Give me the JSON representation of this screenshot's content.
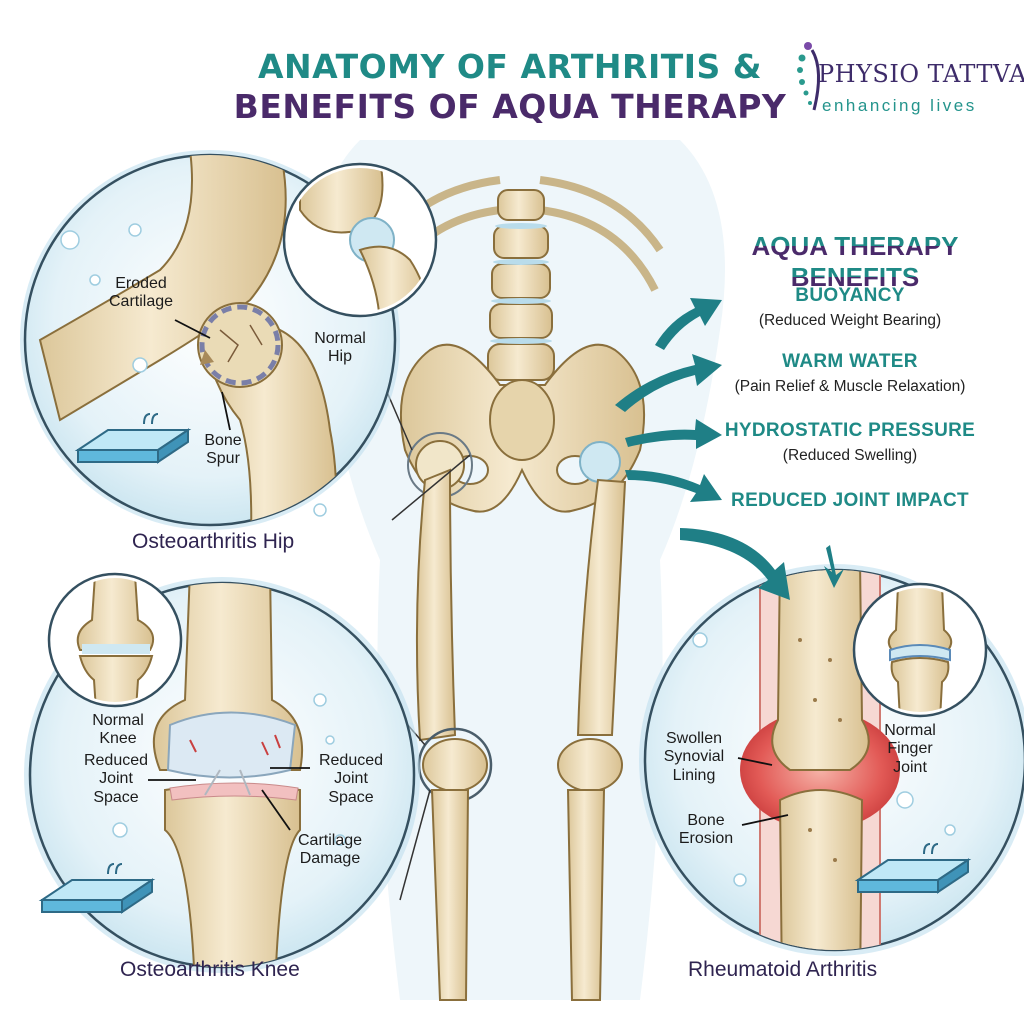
{
  "header": {
    "title_line1": "ANATOMY OF ARTHRITIS &",
    "title_line2": "BENEFITS OF AQUA THERAPY"
  },
  "logo": {
    "name": "PHYSIO TATTVA",
    "tagline": "enhancing lives",
    "colors": {
      "name": "#3e2c6a",
      "tagline": "#24948c"
    }
  },
  "hip_panel": {
    "labels": {
      "eroded_cartilage": "Eroded\nCartilage",
      "normal_hip": "Normal\nHip",
      "bone_spur": "Bone\nSpur"
    },
    "caption": "Osteoarthritis Hip"
  },
  "knee_panel": {
    "labels": {
      "normal_knee": "Normal\nKnee",
      "reduced_joint_space_left": "Reduced\nJoint\nSpace",
      "reduced_joint_space_right": "Reduced\nJoint\nSpace",
      "cartilage_damage": "Cartilage\nDamage"
    },
    "caption": "Osteoarthritis Knee"
  },
  "ra_panel": {
    "labels": {
      "swollen_synovial_lining": "Swollen\nSynovial\nLining",
      "bone_erosion": "Bone\nErosion",
      "normal_finger_joint": "Normal\nFinger\nJoint"
    },
    "caption": "Rheumatoid Arthritis"
  },
  "benefits": {
    "heading": "AQUA THERAPY\nBENEFITS",
    "items": [
      {
        "title": "BUOYANCY",
        "subtitle": "(Reduced Weight Bearing)"
      },
      {
        "title": "WARM WATER",
        "subtitle": "(Pain Relief & Muscle Relaxation)"
      },
      {
        "title": "HYDROSTATIC PRESSURE",
        "subtitle": "(Reduced Swelling)"
      },
      {
        "title": "REDUCED JOINT IMPACT",
        "subtitle": ""
      }
    ]
  },
  "colors": {
    "teal": "#1f8a86",
    "purple": "#4a2a6a",
    "water_light": "#e6f3f8",
    "bone": "#f2e3c2",
    "inflamed": "#e05a5a"
  },
  "icons": [
    "pool-icon",
    "water-drop-icon",
    "arrow-icon",
    "bubble-icon"
  ]
}
